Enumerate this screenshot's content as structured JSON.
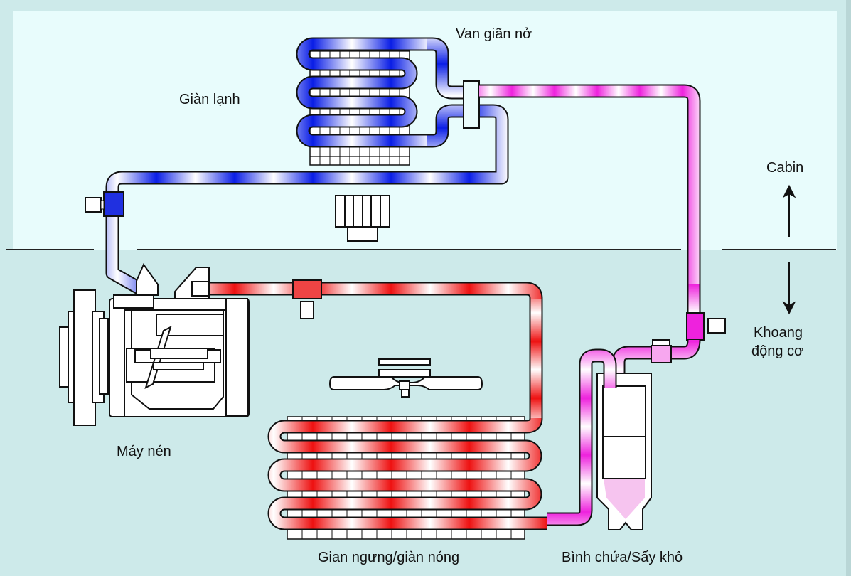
{
  "title": "Sơ đồ hệ thống điều hòa ô tô",
  "colors": {
    "cabin_bg": "#e8fcfc",
    "engine_bg": "#cdeaea",
    "low_pressure": "#0a1ee6",
    "high_pressure": "#ee1111",
    "liquid_line": "#ee22dd",
    "outline": "#111111"
  },
  "zones": {
    "cabin": "Cabin",
    "engine": [
      "Khoang",
      "động cơ"
    ]
  },
  "components": {
    "evaporator": "Giàn lạnh",
    "expansion_valve": "Van giãn nở",
    "compressor": "Máy nén",
    "condenser": "Gian ngưng/giàn nóng",
    "receiver_drier": "Bình chứa/Sấy khô"
  }
}
